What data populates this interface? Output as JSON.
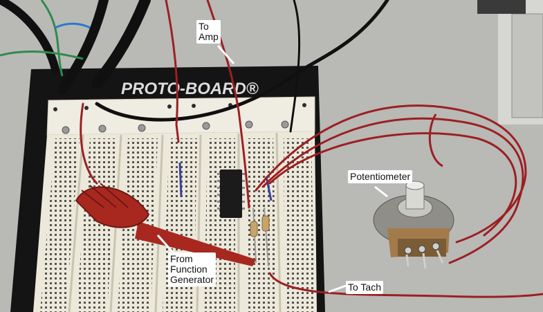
{
  "photo": {
    "board_brand": "PROTO-BOARD®"
  },
  "callouts": {
    "to_amp": "To\nAmp",
    "potentiometer": "Potentiometer",
    "function_generator": "From\nFunction\nGenerator",
    "to_tach": "To Tach"
  },
  "colors": {
    "wall": "#b9b9b6",
    "board_frame": "#111111",
    "breadboard": "#ece8da",
    "wire_red": "#9c1f22",
    "clip_red": "#a8281f",
    "chip": "#1b1b1b",
    "jumper_blue": "#3a3fa0"
  }
}
